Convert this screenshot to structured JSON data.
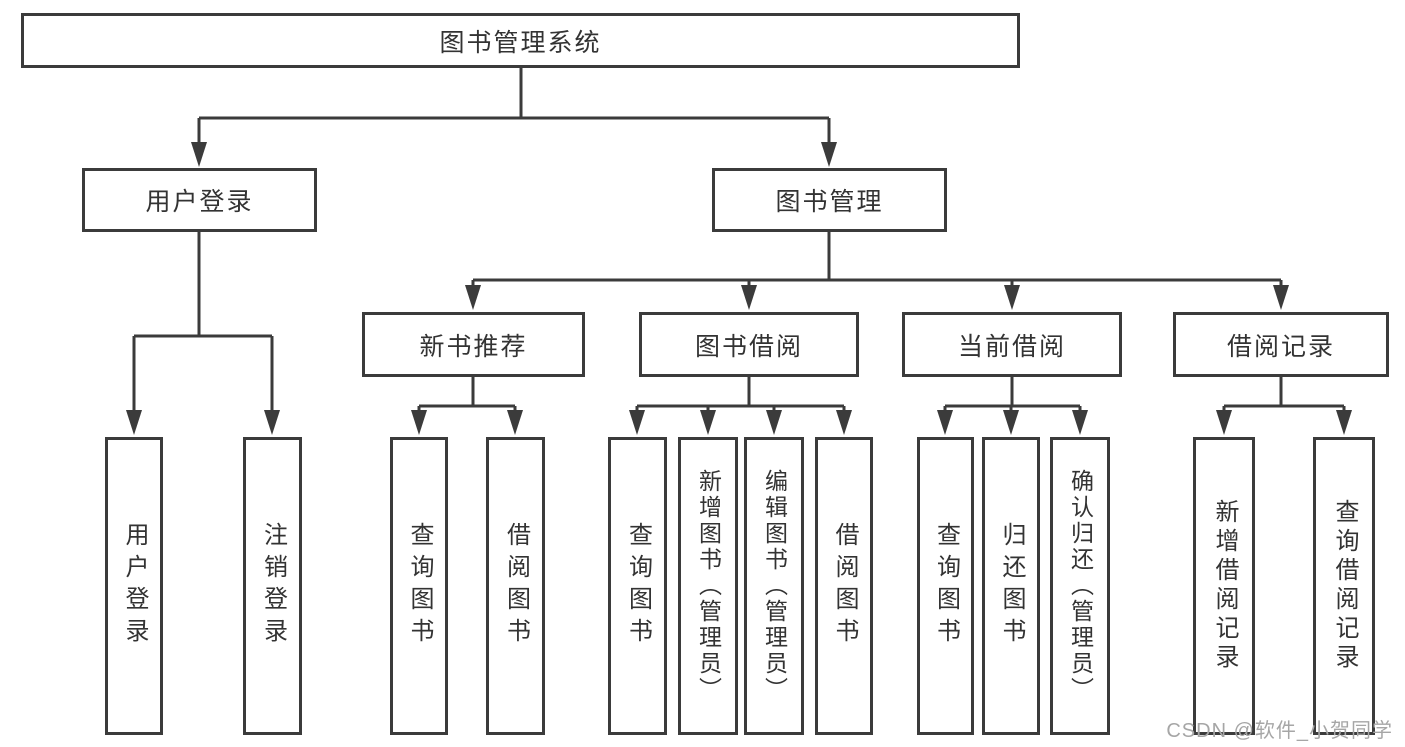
{
  "title": "图书管理系统",
  "colors": {
    "line": "#3b3b3b",
    "text": "#333333",
    "watermark": "#a6a6a6",
    "background": "#ffffff"
  },
  "tree": {
    "root": "图书管理系统",
    "level2": [
      {
        "label": "用户登录",
        "children": [
          "用户登录",
          "注销登录"
        ]
      },
      {
        "label": "图书管理",
        "groups": [
          {
            "label": "新书推荐",
            "children": [
              "查询图书",
              "借阅图书"
            ]
          },
          {
            "label": "图书借阅",
            "children": [
              "查询图书",
              "新增图书（管理员）",
              "编辑图书（管理员）",
              "借阅图书"
            ]
          },
          {
            "label": "当前借阅",
            "children": [
              "查询图书",
              "归还图书",
              "确认归还（管理员）"
            ]
          },
          {
            "label": "借阅记录",
            "children": [
              "新增借阅记录",
              "查询借阅记录"
            ]
          }
        ]
      }
    ]
  },
  "watermark": {
    "text": "CSDN @软件_小贺同学"
  }
}
